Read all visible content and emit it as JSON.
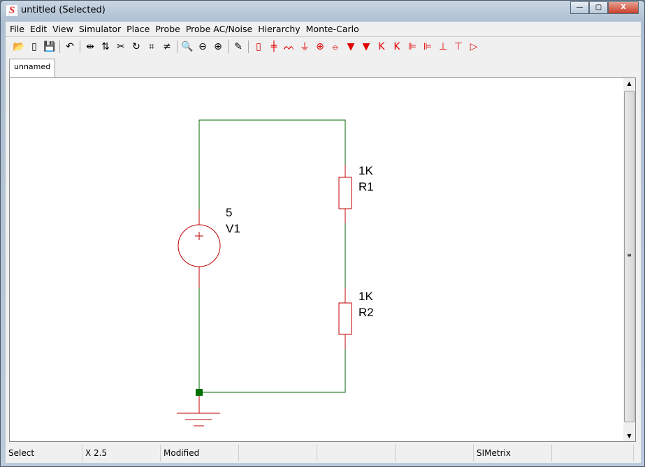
{
  "window": {
    "title": "untitled (Selected)",
    "minimize": "—",
    "maximize": "▢",
    "close": "X"
  },
  "menu": [
    "File",
    "Edit",
    "View",
    "Simulator",
    "Place",
    "Probe",
    "Probe AC/Noise",
    "Hierarchy",
    "Monte-Carlo"
  ],
  "toolbar": [
    {
      "icon": "open-folder-icon",
      "glyph": "📂"
    },
    {
      "icon": "new-icon",
      "glyph": "▯"
    },
    {
      "icon": "save-icon",
      "glyph": "💾"
    },
    {
      "icon": "undo-icon",
      "glyph": "↶"
    },
    {
      "icon": "mirror-icon",
      "glyph": "⇹"
    },
    {
      "icon": "flip-icon",
      "glyph": "⇅"
    },
    {
      "icon": "cut-icon",
      "glyph": "✂"
    },
    {
      "icon": "rotate-icon",
      "glyph": "↻"
    },
    {
      "icon": "delete-wire-icon",
      "glyph": "⌗"
    },
    {
      "icon": "delete-icon",
      "glyph": "≠"
    },
    {
      "icon": "zoom-fit-icon",
      "glyph": "🔍"
    },
    {
      "icon": "zoom-out-icon",
      "glyph": "⊖"
    },
    {
      "icon": "zoom-in-icon",
      "glyph": "⊕"
    },
    {
      "icon": "wire-pencil-icon",
      "glyph": "✎"
    }
  ],
  "components": [
    {
      "icon": "resistor-icon",
      "glyph": "▯"
    },
    {
      "icon": "capacitor-icon",
      "glyph": "╪"
    },
    {
      "icon": "inductor-icon",
      "glyph": "ᨓ"
    },
    {
      "icon": "ground-icon",
      "glyph": "⏚"
    },
    {
      "icon": "voltage-source-icon",
      "glyph": "⊕"
    },
    {
      "icon": "current-source-icon",
      "glyph": "⦵"
    },
    {
      "icon": "diode-icon",
      "glyph": "▼"
    },
    {
      "icon": "zener-icon",
      "glyph": "▼"
    },
    {
      "icon": "npn-icon",
      "glyph": "K"
    },
    {
      "icon": "pnp-icon",
      "glyph": "K"
    },
    {
      "icon": "nmos-icon",
      "glyph": "⊫"
    },
    {
      "icon": "pmos-icon",
      "glyph": "⊫"
    },
    {
      "icon": "njfet-icon",
      "glyph": "⊥"
    },
    {
      "icon": "pjfet-icon",
      "glyph": "⊤"
    },
    {
      "icon": "opamp-icon",
      "glyph": "▷"
    }
  ],
  "tab": "unnamed",
  "schematic": {
    "v1_value": "5",
    "v1_name": "V1",
    "r1_value": "1K",
    "r1_name": "R1",
    "r2_value": "1K",
    "r2_name": "R2",
    "wire_color": "#006400",
    "part_color": "#c00000"
  },
  "status": [
    "Select",
    "X   2.5",
    "Modified",
    "",
    "",
    "",
    "SIMetrix",
    ""
  ]
}
